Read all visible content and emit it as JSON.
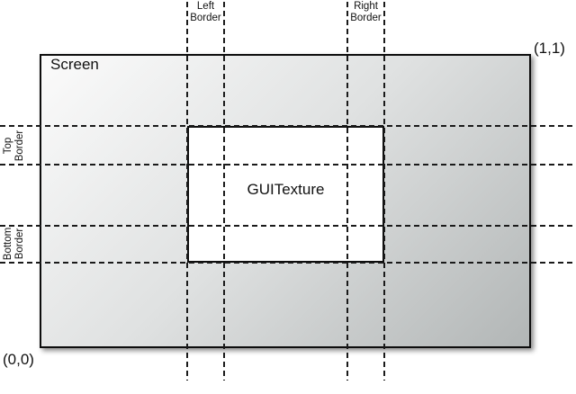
{
  "diagram": {
    "screen_label": "Screen",
    "texture_label": "GUITexture",
    "coord_top_right": "(1,1)",
    "coord_bottom_left": "(0,0)",
    "border_labels": {
      "left": "Left\nBorder",
      "right": "Right\nBorder",
      "top": "Top\nBorder",
      "bottom": "Bottom\nBorder"
    },
    "colors": {
      "screen_grad_a": "#fbfbfb",
      "screen_grad_mid": "#dfe1e1",
      "screen_grad_b": "#b2b6b6",
      "line_color": "#1a1a1a",
      "texture_fill": "#ffffff",
      "text_color": "#111111"
    }
  }
}
